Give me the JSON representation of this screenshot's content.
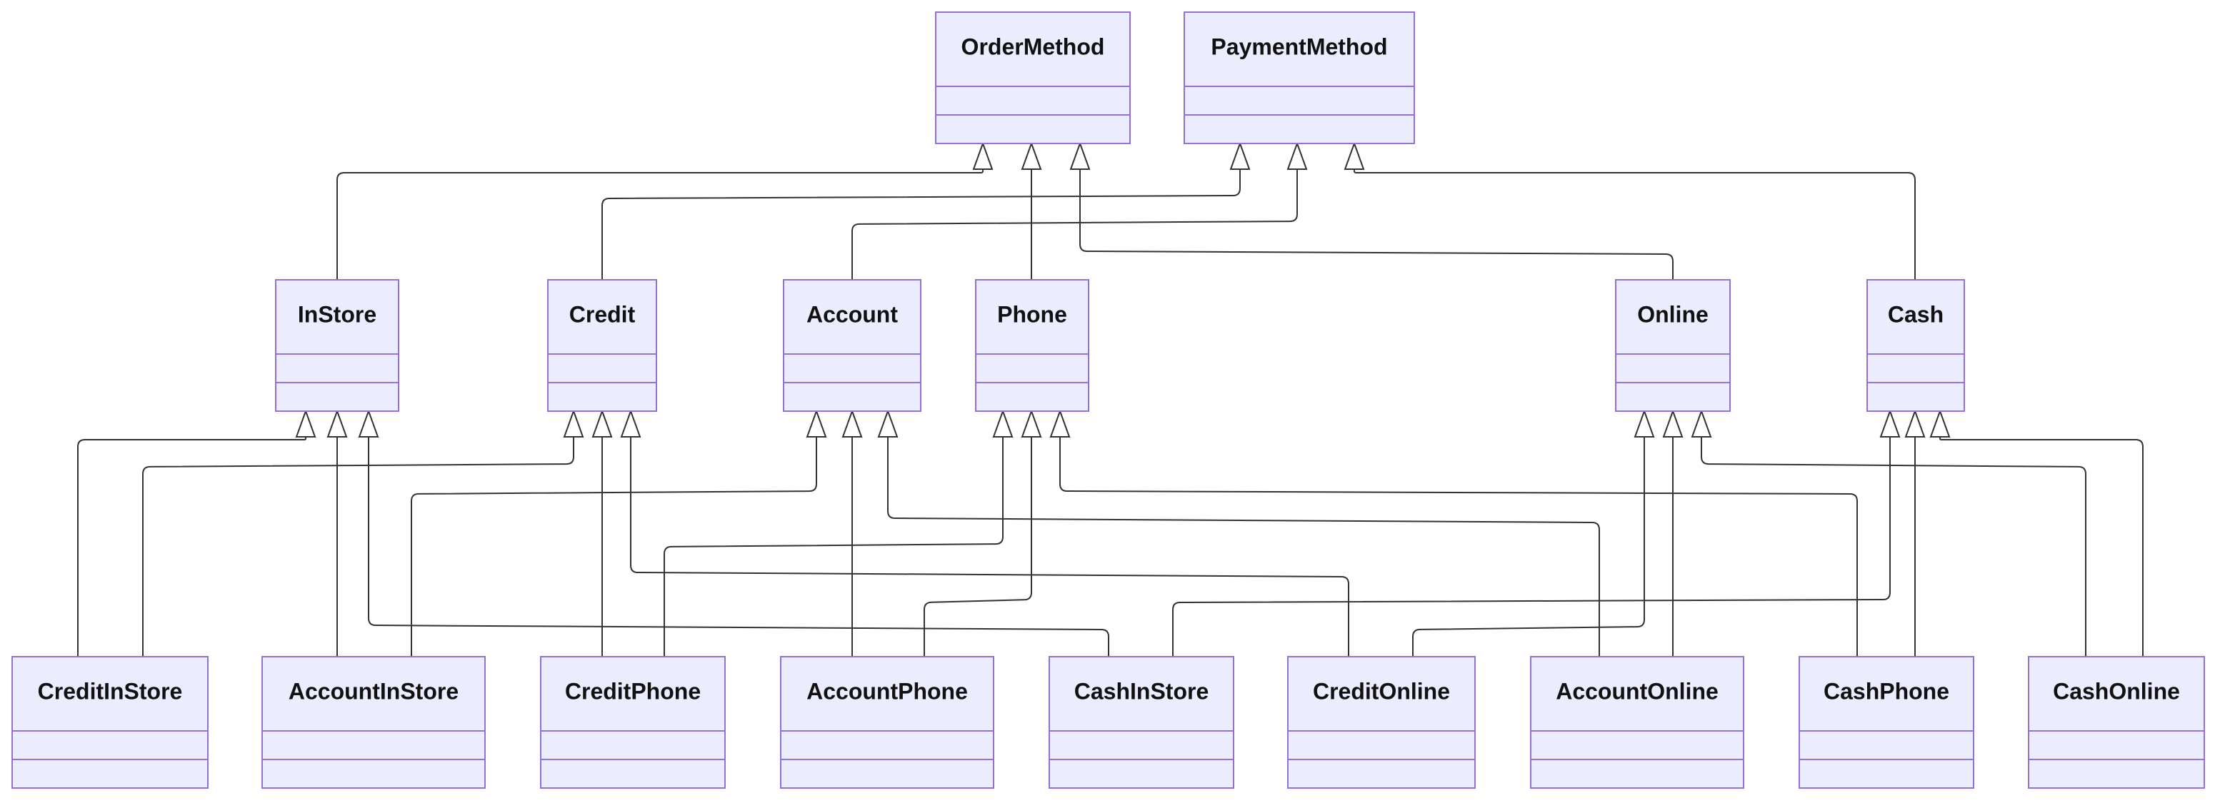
{
  "diagram": {
    "type": "uml-class-diagram",
    "colors": {
      "class_fill": "#ECECFF",
      "class_border": "#9370DB",
      "edge": "#333333",
      "arrowhead_fill": "#ffffff",
      "text": "#111111"
    },
    "classes": [
      {
        "id": "OrderMethod",
        "name": "OrderMethod"
      },
      {
        "id": "PaymentMethod",
        "name": "PaymentMethod"
      },
      {
        "id": "InStore",
        "name": "InStore"
      },
      {
        "id": "Credit",
        "name": "Credit"
      },
      {
        "id": "Account",
        "name": "Account"
      },
      {
        "id": "Phone",
        "name": "Phone"
      },
      {
        "id": "Online",
        "name": "Online"
      },
      {
        "id": "Cash",
        "name": "Cash"
      },
      {
        "id": "CreditInStore",
        "name": "CreditInStore"
      },
      {
        "id": "AccountInStore",
        "name": "AccountInStore"
      },
      {
        "id": "CreditPhone",
        "name": "CreditPhone"
      },
      {
        "id": "AccountPhone",
        "name": "AccountPhone"
      },
      {
        "id": "CashInStore",
        "name": "CashInStore"
      },
      {
        "id": "CreditOnline",
        "name": "CreditOnline"
      },
      {
        "id": "AccountOnline",
        "name": "AccountOnline"
      },
      {
        "id": "CashPhone",
        "name": "CashPhone"
      },
      {
        "id": "CashOnline",
        "name": "CashOnline"
      }
    ],
    "relations": [
      {
        "type": "inheritance",
        "child": "InStore",
        "parent": "OrderMethod"
      },
      {
        "type": "inheritance",
        "child": "Phone",
        "parent": "OrderMethod"
      },
      {
        "type": "inheritance",
        "child": "Online",
        "parent": "OrderMethod"
      },
      {
        "type": "inheritance",
        "child": "Credit",
        "parent": "PaymentMethod"
      },
      {
        "type": "inheritance",
        "child": "Account",
        "parent": "PaymentMethod"
      },
      {
        "type": "inheritance",
        "child": "Cash",
        "parent": "PaymentMethod"
      },
      {
        "type": "inheritance",
        "child": "CreditInStore",
        "parent": "InStore"
      },
      {
        "type": "inheritance",
        "child": "AccountInStore",
        "parent": "InStore"
      },
      {
        "type": "inheritance",
        "child": "CashInStore",
        "parent": "InStore"
      },
      {
        "type": "inheritance",
        "child": "CreditInStore",
        "parent": "Credit"
      },
      {
        "type": "inheritance",
        "child": "CreditPhone",
        "parent": "Credit"
      },
      {
        "type": "inheritance",
        "child": "CreditOnline",
        "parent": "Credit"
      },
      {
        "type": "inheritance",
        "child": "AccountInStore",
        "parent": "Account"
      },
      {
        "type": "inheritance",
        "child": "AccountPhone",
        "parent": "Account"
      },
      {
        "type": "inheritance",
        "child": "AccountOnline",
        "parent": "Account"
      },
      {
        "type": "inheritance",
        "child": "CreditPhone",
        "parent": "Phone"
      },
      {
        "type": "inheritance",
        "child": "AccountPhone",
        "parent": "Phone"
      },
      {
        "type": "inheritance",
        "child": "CashPhone",
        "parent": "Phone"
      },
      {
        "type": "inheritance",
        "child": "CreditOnline",
        "parent": "Online"
      },
      {
        "type": "inheritance",
        "child": "AccountOnline",
        "parent": "Online"
      },
      {
        "type": "inheritance",
        "child": "CashOnline",
        "parent": "Online"
      },
      {
        "type": "inheritance",
        "child": "CashInStore",
        "parent": "Cash"
      },
      {
        "type": "inheritance",
        "child": "CashPhone",
        "parent": "Cash"
      },
      {
        "type": "inheritance",
        "child": "CashOnline",
        "parent": "Cash"
      }
    ]
  }
}
